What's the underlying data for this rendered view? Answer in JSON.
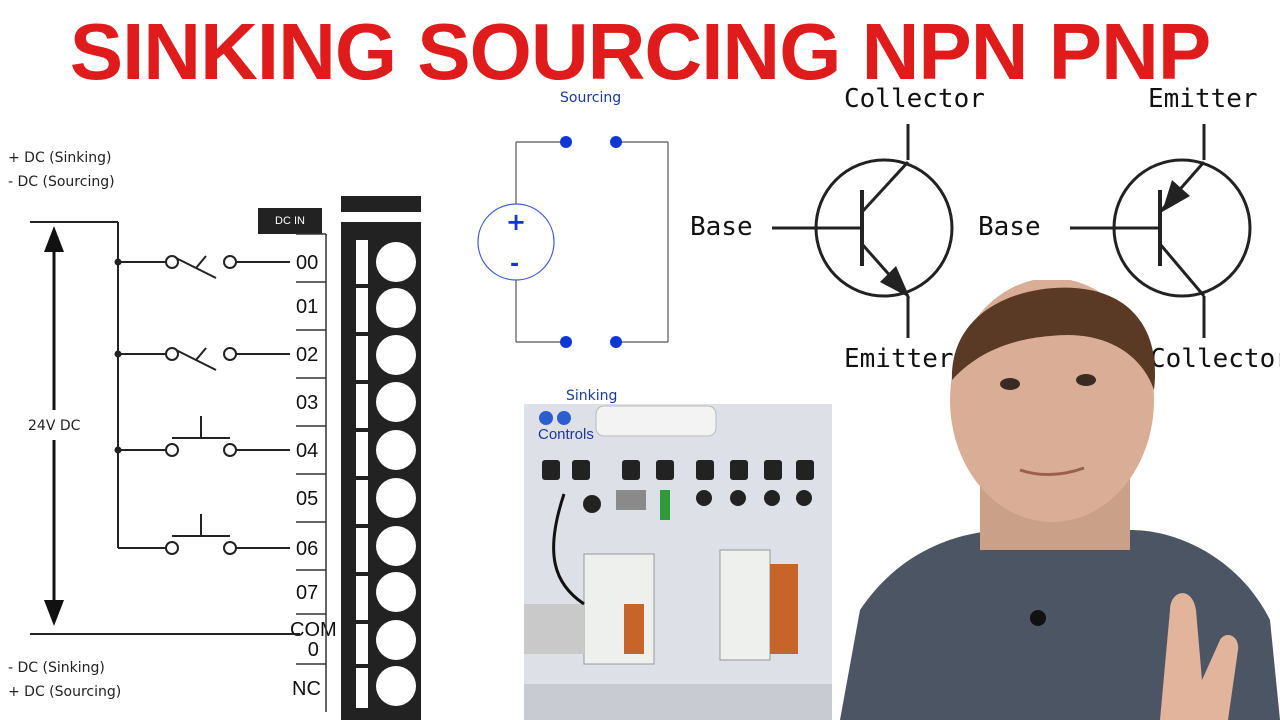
{
  "title": "SINKING SOURCING NPN PNP",
  "colors": {
    "title": "#e01b1b",
    "dot": "#1136d6",
    "box": "#333333"
  },
  "left_diagram": {
    "top_labels": [
      "+ DC (Sinking)",
      "- DC (Sourcing)"
    ],
    "bottom_labels": [
      "- DC (Sinking)",
      "+ DC (Sourcing)"
    ],
    "voltage_label": "24V DC",
    "header": "DC IN",
    "terminals": [
      "00",
      "01",
      "02",
      "03",
      "04",
      "05",
      "06",
      "07",
      "COM\n0",
      "NC"
    ]
  },
  "sourcing_label": "Sourcing",
  "sinking_label": "Sinking",
  "battery_plus": "+",
  "battery_minus": "-",
  "npn": {
    "collector": "Collector",
    "base": "Base",
    "emitter": "Emitter"
  },
  "pnp": {
    "emitter": "Emitter",
    "base": "Base",
    "collector": "Collector"
  },
  "photo_brand": "Controls"
}
